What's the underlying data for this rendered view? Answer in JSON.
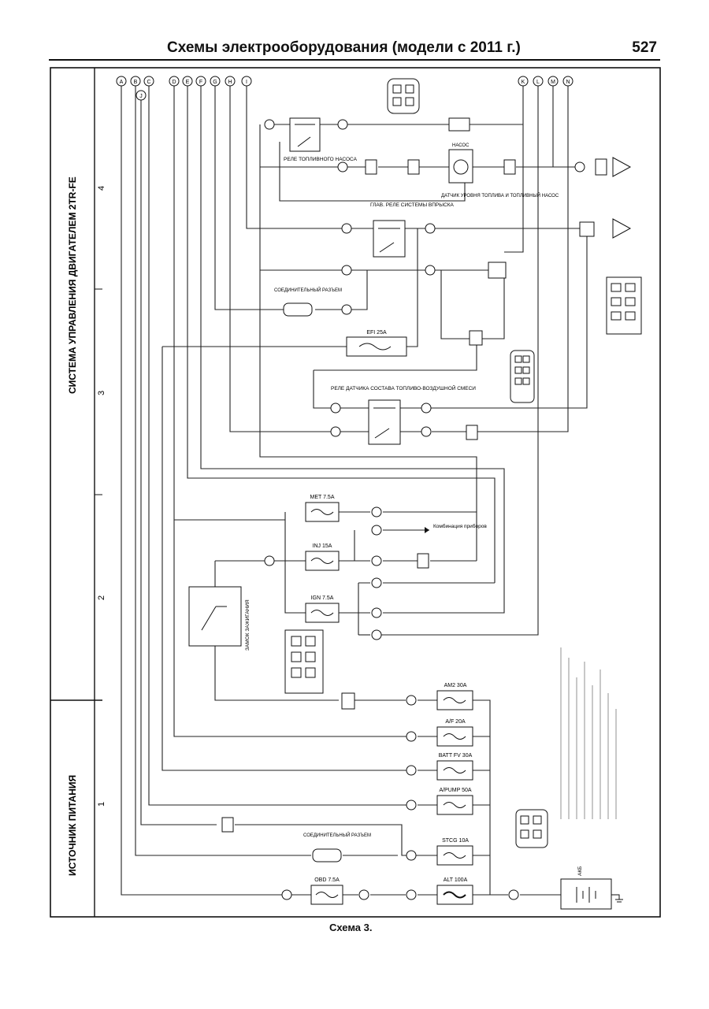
{
  "header": {
    "title": "Схемы электрооборудования (модели с 2011 г.)",
    "page_number": "527"
  },
  "sections": {
    "top": "СИСТЕМА УПРАВЛЕНИЯ ДВИГАТЕЛЕМ 2TR-FE",
    "bottom": "ИСТОЧНИК ПИТАНИЯ"
  },
  "zones": [
    "4",
    "3",
    "2",
    "1"
  ],
  "top_connectors": [
    "A",
    "B",
    "C",
    "D",
    "E",
    "F",
    "G",
    "H",
    "I",
    "J"
  ],
  "right_connectors": [
    "K",
    "L",
    "M",
    "N"
  ],
  "fuses": [
    {
      "label": "EFI 25A"
    },
    {
      "label": "MET 7.5A"
    },
    {
      "label": "INJ 15A"
    },
    {
      "label": "IGN 7.5A"
    },
    {
      "label": "AM2 30A"
    },
    {
      "label": "A/F 20A"
    },
    {
      "label": "BATT FV 30A"
    },
    {
      "label": "A/PUMP 50A"
    },
    {
      "label": "STCG 10A"
    },
    {
      "label": "OBD 7.5A"
    },
    {
      "label": "ALT 100A"
    }
  ],
  "relays": {
    "fuel_pump": "РЕЛЕ ТОПЛИВНОГО НАСОСА",
    "main_efi": "ГЛАВ. РЕЛЕ СИСТЕМЫ ВПРЫСКА",
    "af_sensor": "РЕЛЕ ДАТЧИКА СОСТАВА ТОПЛИВО-ВОЗДУШНОЙ СМЕСИ"
  },
  "components": {
    "ignition_switch": "ЗАМОК ЗАЖИГАНИЯ",
    "pump": "НАСОС",
    "fuel_sensor": "ДАТЧИК УРОВНЯ ТОПЛИВА И ТОПЛИВНЫЙ НАСОС",
    "joint_connector": "СОЕДИНИТЕЛЬНЫЙ РАЗЪЕМ",
    "instrument_cluster": "Комбинация приборов",
    "battery": "АКБ"
  },
  "caption": "Схема 3."
}
